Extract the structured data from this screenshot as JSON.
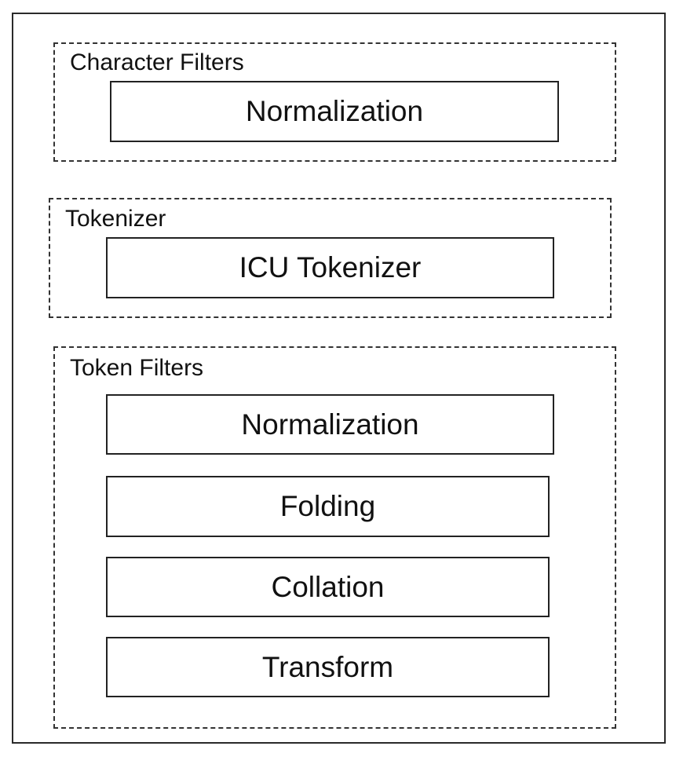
{
  "diagram": {
    "groups": [
      {
        "label": "Character Filters",
        "items": [
          "Normalization"
        ]
      },
      {
        "label": "Tokenizer",
        "items": [
          "ICU Tokenizer"
        ]
      },
      {
        "label": "Token Filters",
        "items": [
          "Normalization",
          "Folding",
          "Collation",
          "Transform"
        ]
      }
    ]
  }
}
